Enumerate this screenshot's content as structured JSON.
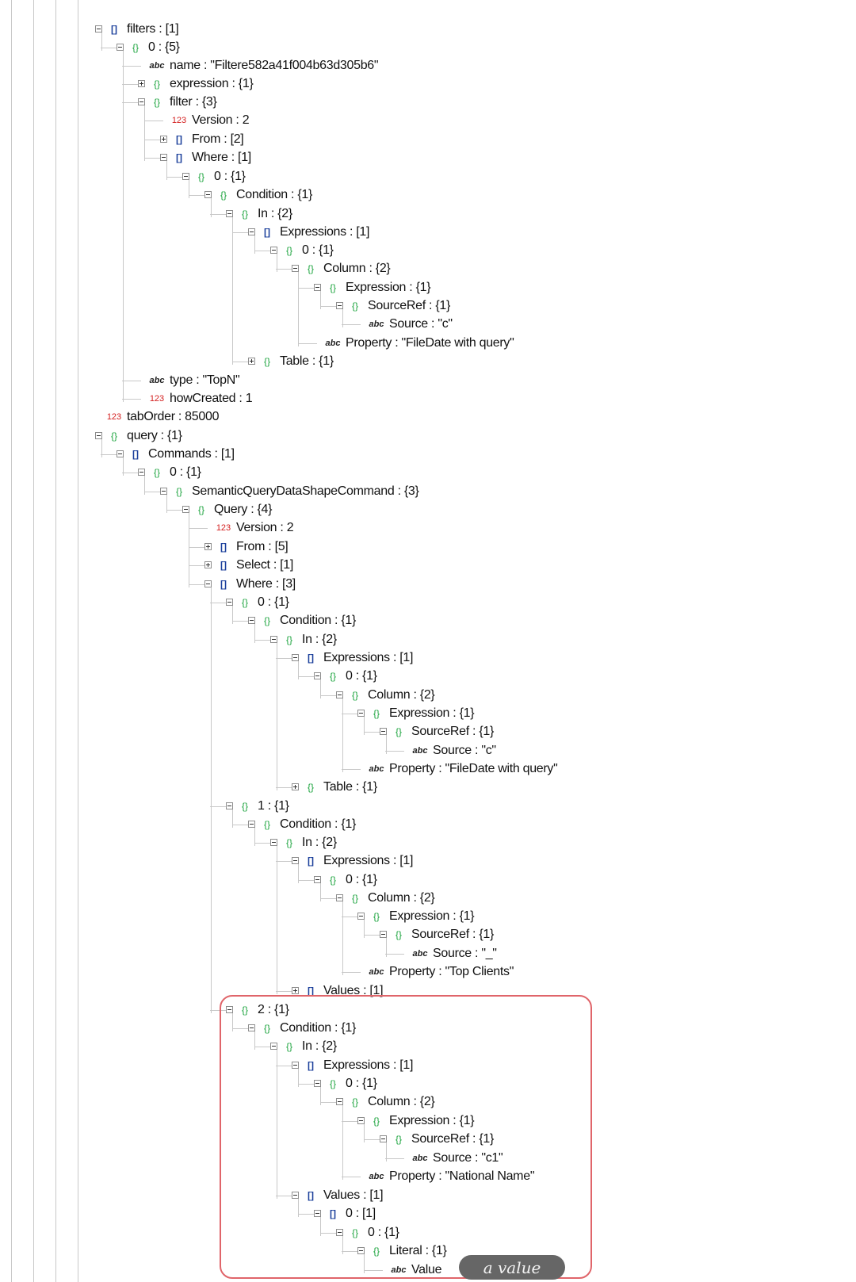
{
  "tree": [
    {
      "label": "filters : [1]",
      "type": "array",
      "expander": "minus"
    },
    {
      "label": "0 : {5}",
      "type": "object",
      "expander": "minus"
    },
    {
      "label": "name : \"Filtere582a41f004b63d305b6\"",
      "type": "string",
      "expander": "none"
    },
    {
      "label": "expression : {1}",
      "type": "object",
      "expander": "plus"
    },
    {
      "label": "filter : {3}",
      "type": "object",
      "expander": "minus"
    },
    {
      "label": "Version : 2",
      "type": "number",
      "expander": "none"
    },
    {
      "label": "From : [2]",
      "type": "array",
      "expander": "plus"
    },
    {
      "label": "Where : [1]",
      "type": "array",
      "expander": "minus"
    },
    {
      "label": "0 : {1}",
      "type": "object",
      "expander": "minus"
    },
    {
      "label": "Condition : {1}",
      "type": "object",
      "expander": "minus"
    },
    {
      "label": "In : {2}",
      "type": "object",
      "expander": "minus"
    },
    {
      "label": "Expressions : [1]",
      "type": "array",
      "expander": "minus"
    },
    {
      "label": "0 : {1}",
      "type": "object",
      "expander": "minus"
    },
    {
      "label": "Column : {2}",
      "type": "object",
      "expander": "minus"
    },
    {
      "label": "Expression : {1}",
      "type": "object",
      "expander": "minus"
    },
    {
      "label": "SourceRef : {1}",
      "type": "object",
      "expander": "minus"
    },
    {
      "label": "Source : \"c\"",
      "type": "string",
      "expander": "none"
    },
    {
      "label": "Property : \"FileDate with query\"",
      "type": "string",
      "expander": "none"
    },
    {
      "label": "Table : {1}",
      "type": "object",
      "expander": "plus"
    },
    {
      "label": "type : \"TopN\"",
      "type": "string",
      "expander": "none"
    },
    {
      "label": "howCreated : 1",
      "type": "number",
      "expander": "none"
    },
    {
      "label": "tabOrder : 85000",
      "type": "number",
      "expander": "none"
    },
    {
      "label": "query : {1}",
      "type": "object",
      "expander": "minus"
    },
    {
      "label": "Commands : [1]",
      "type": "array",
      "expander": "minus"
    },
    {
      "label": "0 : {1}",
      "type": "object",
      "expander": "minus"
    },
    {
      "label": "SemanticQueryDataShapeCommand : {3}",
      "type": "object",
      "expander": "minus"
    },
    {
      "label": "Query : {4}",
      "type": "object",
      "expander": "minus"
    },
    {
      "label": "Version : 2",
      "type": "number",
      "expander": "none"
    },
    {
      "label": "From : [5]",
      "type": "array",
      "expander": "plus"
    },
    {
      "label": "Select : [1]",
      "type": "array",
      "expander": "plus"
    },
    {
      "label": "Where : [3]",
      "type": "array",
      "expander": "minus"
    },
    {
      "label": "0 : {1}",
      "type": "object",
      "expander": "minus"
    },
    {
      "label": "Condition : {1}",
      "type": "object",
      "expander": "minus"
    },
    {
      "label": "In : {2}",
      "type": "object",
      "expander": "minus"
    },
    {
      "label": "Expressions : [1]",
      "type": "array",
      "expander": "minus"
    },
    {
      "label": "0 : {1}",
      "type": "object",
      "expander": "minus"
    },
    {
      "label": "Column : {2}",
      "type": "object",
      "expander": "minus"
    },
    {
      "label": "Expression : {1}",
      "type": "object",
      "expander": "minus"
    },
    {
      "label": "SourceRef : {1}",
      "type": "object",
      "expander": "minus"
    },
    {
      "label": "Source : \"c\"",
      "type": "string",
      "expander": "none"
    },
    {
      "label": "Property : \"FileDate with query\"",
      "type": "string",
      "expander": "none"
    },
    {
      "label": "Table : {1}",
      "type": "object",
      "expander": "plus"
    },
    {
      "label": "1 : {1}",
      "type": "object",
      "expander": "minus"
    },
    {
      "label": "Condition : {1}",
      "type": "object",
      "expander": "minus"
    },
    {
      "label": "In : {2}",
      "type": "object",
      "expander": "minus"
    },
    {
      "label": "Expressions : [1]",
      "type": "array",
      "expander": "minus"
    },
    {
      "label": "0 : {1}",
      "type": "object",
      "expander": "minus"
    },
    {
      "label": "Column : {2}",
      "type": "object",
      "expander": "minus"
    },
    {
      "label": "Expression : {1}",
      "type": "object",
      "expander": "minus"
    },
    {
      "label": "SourceRef : {1}",
      "type": "object",
      "expander": "minus"
    },
    {
      "label": "Source : \"_\"",
      "type": "string",
      "expander": "none"
    },
    {
      "label": "Property : \"Top Clients\"",
      "type": "string",
      "expander": "none"
    },
    {
      "label": "Values : [1]",
      "type": "array",
      "expander": "plus"
    },
    {
      "label": "2 : {1}",
      "type": "object",
      "expander": "minus"
    },
    {
      "label": "Condition : {1}",
      "type": "object",
      "expander": "minus"
    },
    {
      "label": "In : {2}",
      "type": "object",
      "expander": "minus"
    },
    {
      "label": "Expressions : [1]",
      "type": "array",
      "expander": "minus"
    },
    {
      "label": "0 : {1}",
      "type": "object",
      "expander": "minus"
    },
    {
      "label": "Column : {2}",
      "type": "object",
      "expander": "minus"
    },
    {
      "label": "Expression : {1}",
      "type": "object",
      "expander": "minus"
    },
    {
      "label": "SourceRef : {1}",
      "type": "object",
      "expander": "minus"
    },
    {
      "label": "Source : \"c1\"",
      "type": "string",
      "expander": "none"
    },
    {
      "label": "Property : \"National Name\"",
      "type": "string",
      "expander": "none"
    },
    {
      "label": "Values : [1]",
      "type": "array",
      "expander": "minus"
    },
    {
      "label": "0 : [1]",
      "type": "array",
      "expander": "minus"
    },
    {
      "label": "0 : {1}",
      "type": "object",
      "expander": "minus"
    },
    {
      "label": "Literal : {1}",
      "type": "object",
      "expander": "minus"
    },
    {
      "label": "Value",
      "type": "string",
      "expander": "none"
    }
  ],
  "annotation": {
    "label": "a value"
  },
  "icons": {
    "object": "{}",
    "array": "[]",
    "number": "123",
    "string": "abc"
  },
  "colors": {
    "object_icon": "#1aa33c",
    "array_icon": "#1b3f9b",
    "number_icon": "#d42020",
    "highlight_border": "#e0656a"
  }
}
